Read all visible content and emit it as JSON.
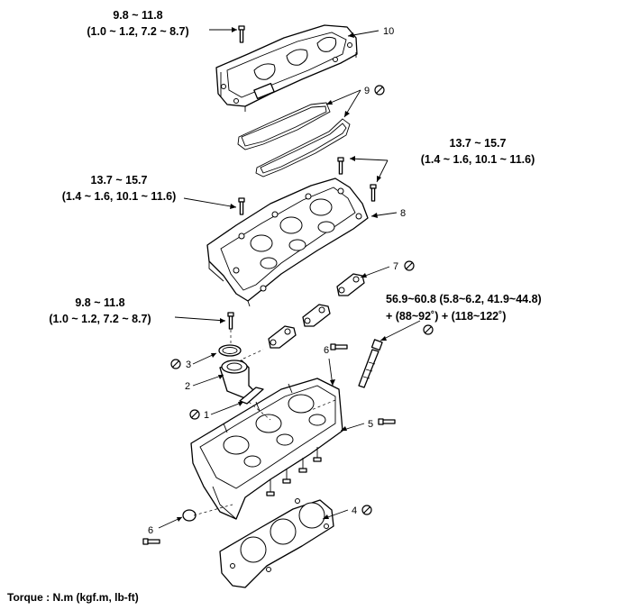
{
  "torque_specs": {
    "cover_bolt_top": {
      "line1": "9.8 ~ 11.8",
      "line2": "(1.0 ~ 1.2, 7.2 ~ 8.7)"
    },
    "housing_bolt_right": {
      "line1": "13.7 ~ 15.7",
      "line2": "(1.4 ~ 1.6, 10.1 ~ 11.6)"
    },
    "housing_bolt_left": {
      "line1": "13.7 ~ 15.7",
      "line2": "(1.4 ~ 1.6, 10.1 ~ 11.6)"
    },
    "outlet_bolt": {
      "line1": "9.8 ~ 11.8",
      "line2": "(1.0 ~ 1.2, 7.2 ~ 8.7)"
    },
    "head_bolt": {
      "line1": "56.9~60.8 (5.8~6.2, 41.9~44.8)",
      "line2": "+ (88~92˚) + (118~122˚)"
    }
  },
  "callouts": {
    "c1": "1",
    "c2": "2",
    "c3": "3",
    "c4": "4",
    "c5": "5",
    "c6a": "6",
    "c6b": "6",
    "c7": "7",
    "c8": "8",
    "c9": "9",
    "c10": "10"
  },
  "non_reusable_icon": "no-reuse-circle-slash-icon",
  "footer": {
    "torque_units": "Torque : N.m (kgf.m, lb-ft)"
  }
}
